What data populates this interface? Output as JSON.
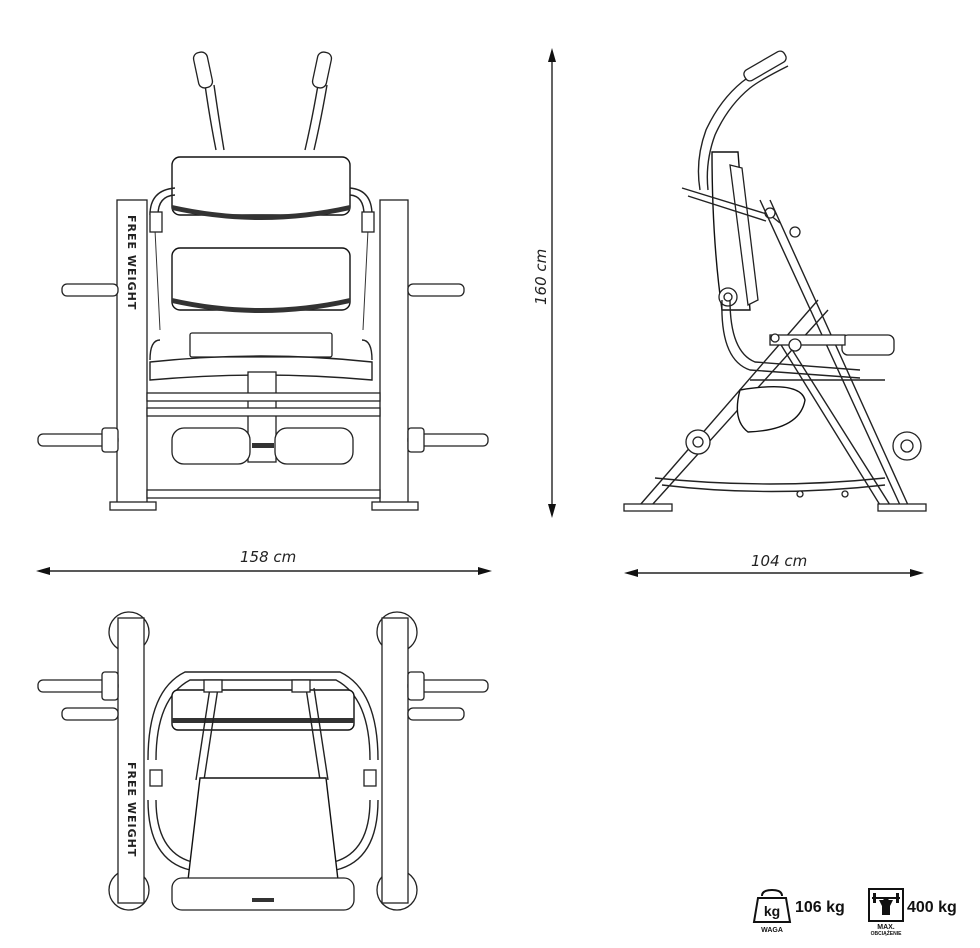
{
  "brand": "FREE WEIGHT",
  "dimensions": {
    "height": "160 cm",
    "width": "158 cm",
    "depth": "104 cm"
  },
  "specs": {
    "weight": {
      "icon": "kg-weight-icon",
      "unit_label": "kg",
      "value": "106 kg",
      "caption": "WAGA"
    },
    "max_load": {
      "icon": "barbell-load-icon",
      "value": "400 kg",
      "caption_line1": "MAX.",
      "caption_line2": "OBCIĄŻENIE"
    }
  },
  "colors": {
    "line": "#222222",
    "pad": "#333333",
    "background": "#ffffff"
  }
}
